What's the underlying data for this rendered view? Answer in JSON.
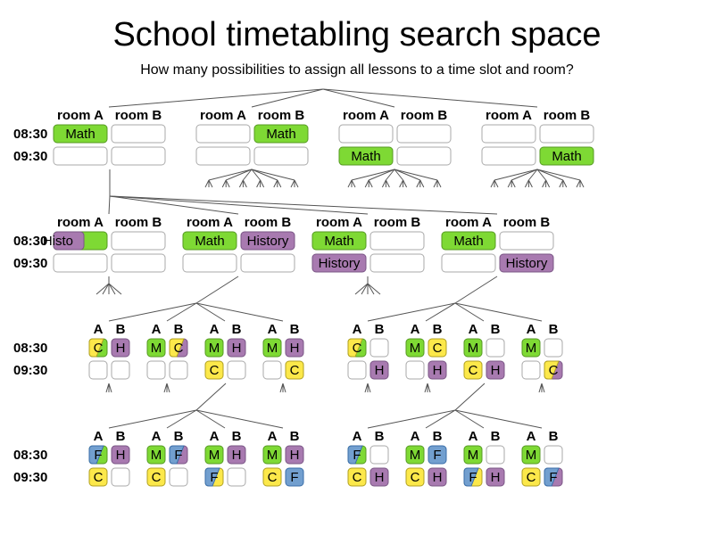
{
  "title": "School timetabling search space",
  "subtitle": "How many possibilities to assign all lessons to a time slot and room?",
  "time_labels": [
    "08:30",
    "09:30"
  ],
  "room_labels": [
    "room A",
    "room B"
  ],
  "short_room_labels": [
    "A",
    "B"
  ],
  "lessons": {
    "math": "Math",
    "history": "History",
    "history_partial": "Histo",
    "math_short": "M",
    "history_short": "H",
    "chemistry_short": "C",
    "french_short": "F"
  },
  "colors": {
    "math": "#7ed934",
    "history": "#a87ab0",
    "chemistry": "#fce84a",
    "french": "#729fcf",
    "empty": "#ffffff",
    "line": "#555555"
  },
  "levels": [
    {
      "name": "level-1",
      "layout": "wide",
      "tables": [
        {
          "cells": {
            "A08": "math"
          }
        },
        {
          "cells": {
            "B08": "math"
          }
        },
        {
          "cells": {
            "A09": "math"
          }
        },
        {
          "cells": {
            "B09": "math"
          }
        }
      ]
    },
    {
      "name": "level-2",
      "layout": "wide",
      "tables": [
        {
          "cells": {
            "A08": "math+history_partial"
          }
        },
        {
          "cells": {
            "A08": "math",
            "B08": "history"
          }
        },
        {
          "cells": {
            "A08": "math",
            "A09": "history"
          }
        },
        {
          "cells": {
            "A08": "math",
            "B09": "history"
          }
        }
      ]
    },
    {
      "name": "level-3",
      "layout": "compact",
      "tables": [
        {
          "cells": {
            "A08": "math+chemistry",
            "B08": "history"
          }
        },
        {
          "cells": {
            "A08": "math",
            "B08": "history+chemistry"
          }
        },
        {
          "cells": {
            "A08": "math",
            "B08": "history",
            "A09": "chemistry"
          }
        },
        {
          "cells": {
            "A08": "math",
            "B08": "history",
            "B09": "chemistry"
          }
        },
        {
          "cells": {
            "A08": "math+chemistry",
            "B09": "history"
          }
        },
        {
          "cells": {
            "A08": "math",
            "B08": "chemistry",
            "B09": "history"
          }
        },
        {
          "cells": {
            "A08": "math",
            "A09": "chemistry",
            "B09": "history"
          }
        },
        {
          "cells": {
            "A08": "math",
            "B09": "history+chemistry"
          }
        }
      ]
    },
    {
      "name": "level-4",
      "layout": "compact",
      "tables": [
        {
          "cells": {
            "A08": "math+french",
            "B08": "history",
            "A09": "chemistry"
          }
        },
        {
          "cells": {
            "A08": "math",
            "B08": "history+french",
            "A09": "chemistry"
          }
        },
        {
          "cells": {
            "A08": "math",
            "B08": "history",
            "A09": "chemistry+french"
          }
        },
        {
          "cells": {
            "A08": "math",
            "B08": "history",
            "A09": "chemistry",
            "B09": "french"
          }
        },
        {
          "cells": {
            "A08": "math+french",
            "A09": "chemistry",
            "B09": "history"
          }
        },
        {
          "cells": {
            "A08": "math",
            "B08": "french",
            "A09": "chemistry",
            "B09": "history"
          }
        },
        {
          "cells": {
            "A08": "math",
            "A09": "chemistry+french",
            "B09": "history"
          }
        },
        {
          "cells": {
            "A08": "math",
            "A09": "chemistry",
            "B09": "history+french"
          }
        }
      ]
    }
  ]
}
